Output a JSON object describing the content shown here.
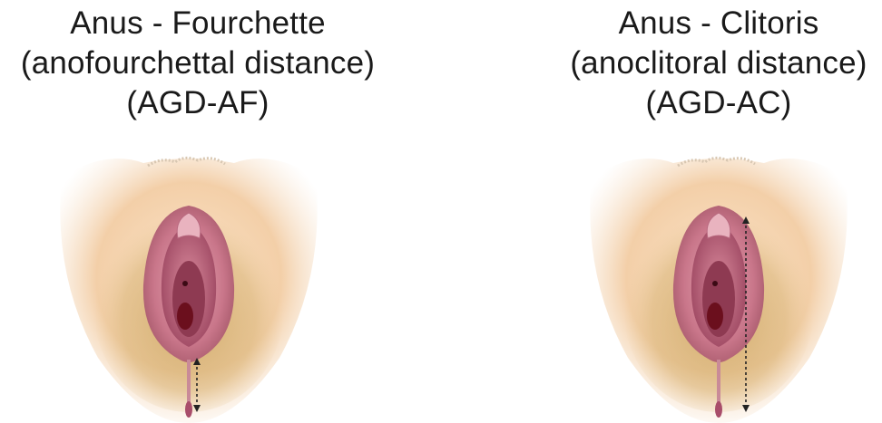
{
  "panels": [
    {
      "title": "Anus - Fourchette",
      "subtitle": "(anofourchettal distance)",
      "abbreviation": "(AGD-AF)",
      "measurement": "anus-to-fourchette"
    },
    {
      "title": "Anus - Clitoris",
      "subtitle": "(anoclitoral distance)",
      "abbreviation": "(AGD-AC)",
      "measurement": "anus-to-clitoris"
    }
  ],
  "colors": {
    "skin": "#f3cfa8",
    "skin_shadow": "#c9a35e",
    "labia_outer": "#c9768a",
    "labia_inner": "#b15a74",
    "opening": "#6b0f1d",
    "arrow": "#222222"
  }
}
